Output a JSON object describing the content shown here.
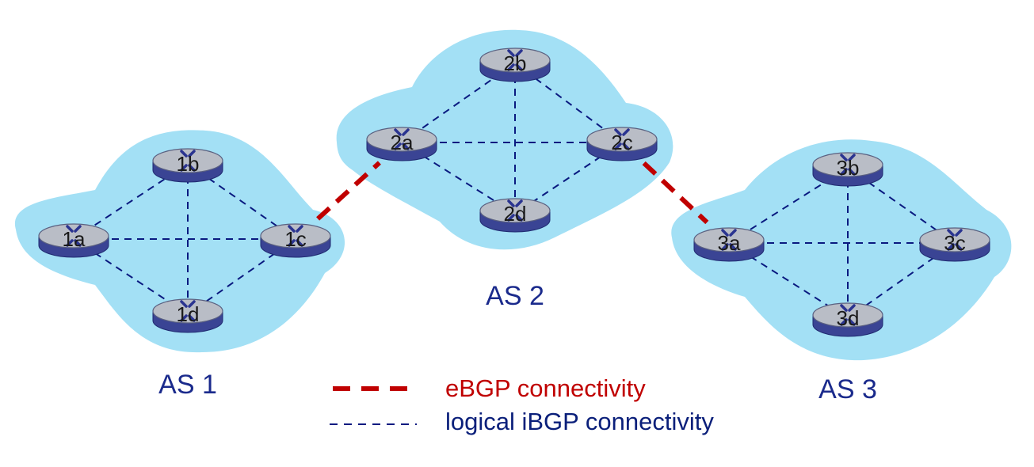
{
  "colors": {
    "cloud": "#a3e0f5",
    "ibgp_line": "#0a1a80",
    "ebgp_line": "#c00000",
    "router_top": "#b9bdc6",
    "router_side": "#3a4494",
    "as_label": "#1a2a8c"
  },
  "autonomous_systems": [
    {
      "id": "as1",
      "label": "AS 1",
      "routers": [
        "1a",
        "1b",
        "1c",
        "1d"
      ]
    },
    {
      "id": "as2",
      "label": "AS 2",
      "routers": [
        "2a",
        "2b",
        "2c",
        "2d"
      ]
    },
    {
      "id": "as3",
      "label": "AS 3",
      "routers": [
        "3a",
        "3b",
        "3c",
        "3d"
      ]
    }
  ],
  "ibgp_links": [
    [
      "1a",
      "1b"
    ],
    [
      "1a",
      "1c"
    ],
    [
      "1a",
      "1d"
    ],
    [
      "1b",
      "1c"
    ],
    [
      "1b",
      "1d"
    ],
    [
      "1c",
      "1d"
    ],
    [
      "2a",
      "2b"
    ],
    [
      "2a",
      "2c"
    ],
    [
      "2a",
      "2d"
    ],
    [
      "2b",
      "2c"
    ],
    [
      "2b",
      "2d"
    ],
    [
      "2c",
      "2d"
    ],
    [
      "3a",
      "3b"
    ],
    [
      "3a",
      "3c"
    ],
    [
      "3a",
      "3d"
    ],
    [
      "3b",
      "3c"
    ],
    [
      "3b",
      "3d"
    ],
    [
      "3c",
      "3d"
    ]
  ],
  "ebgp_links": [
    [
      "1c",
      "2a"
    ],
    [
      "2c",
      "3a"
    ]
  ],
  "legend": {
    "ebgp": "eBGP connectivity",
    "ibgp": "logical iBGP connectivity"
  }
}
